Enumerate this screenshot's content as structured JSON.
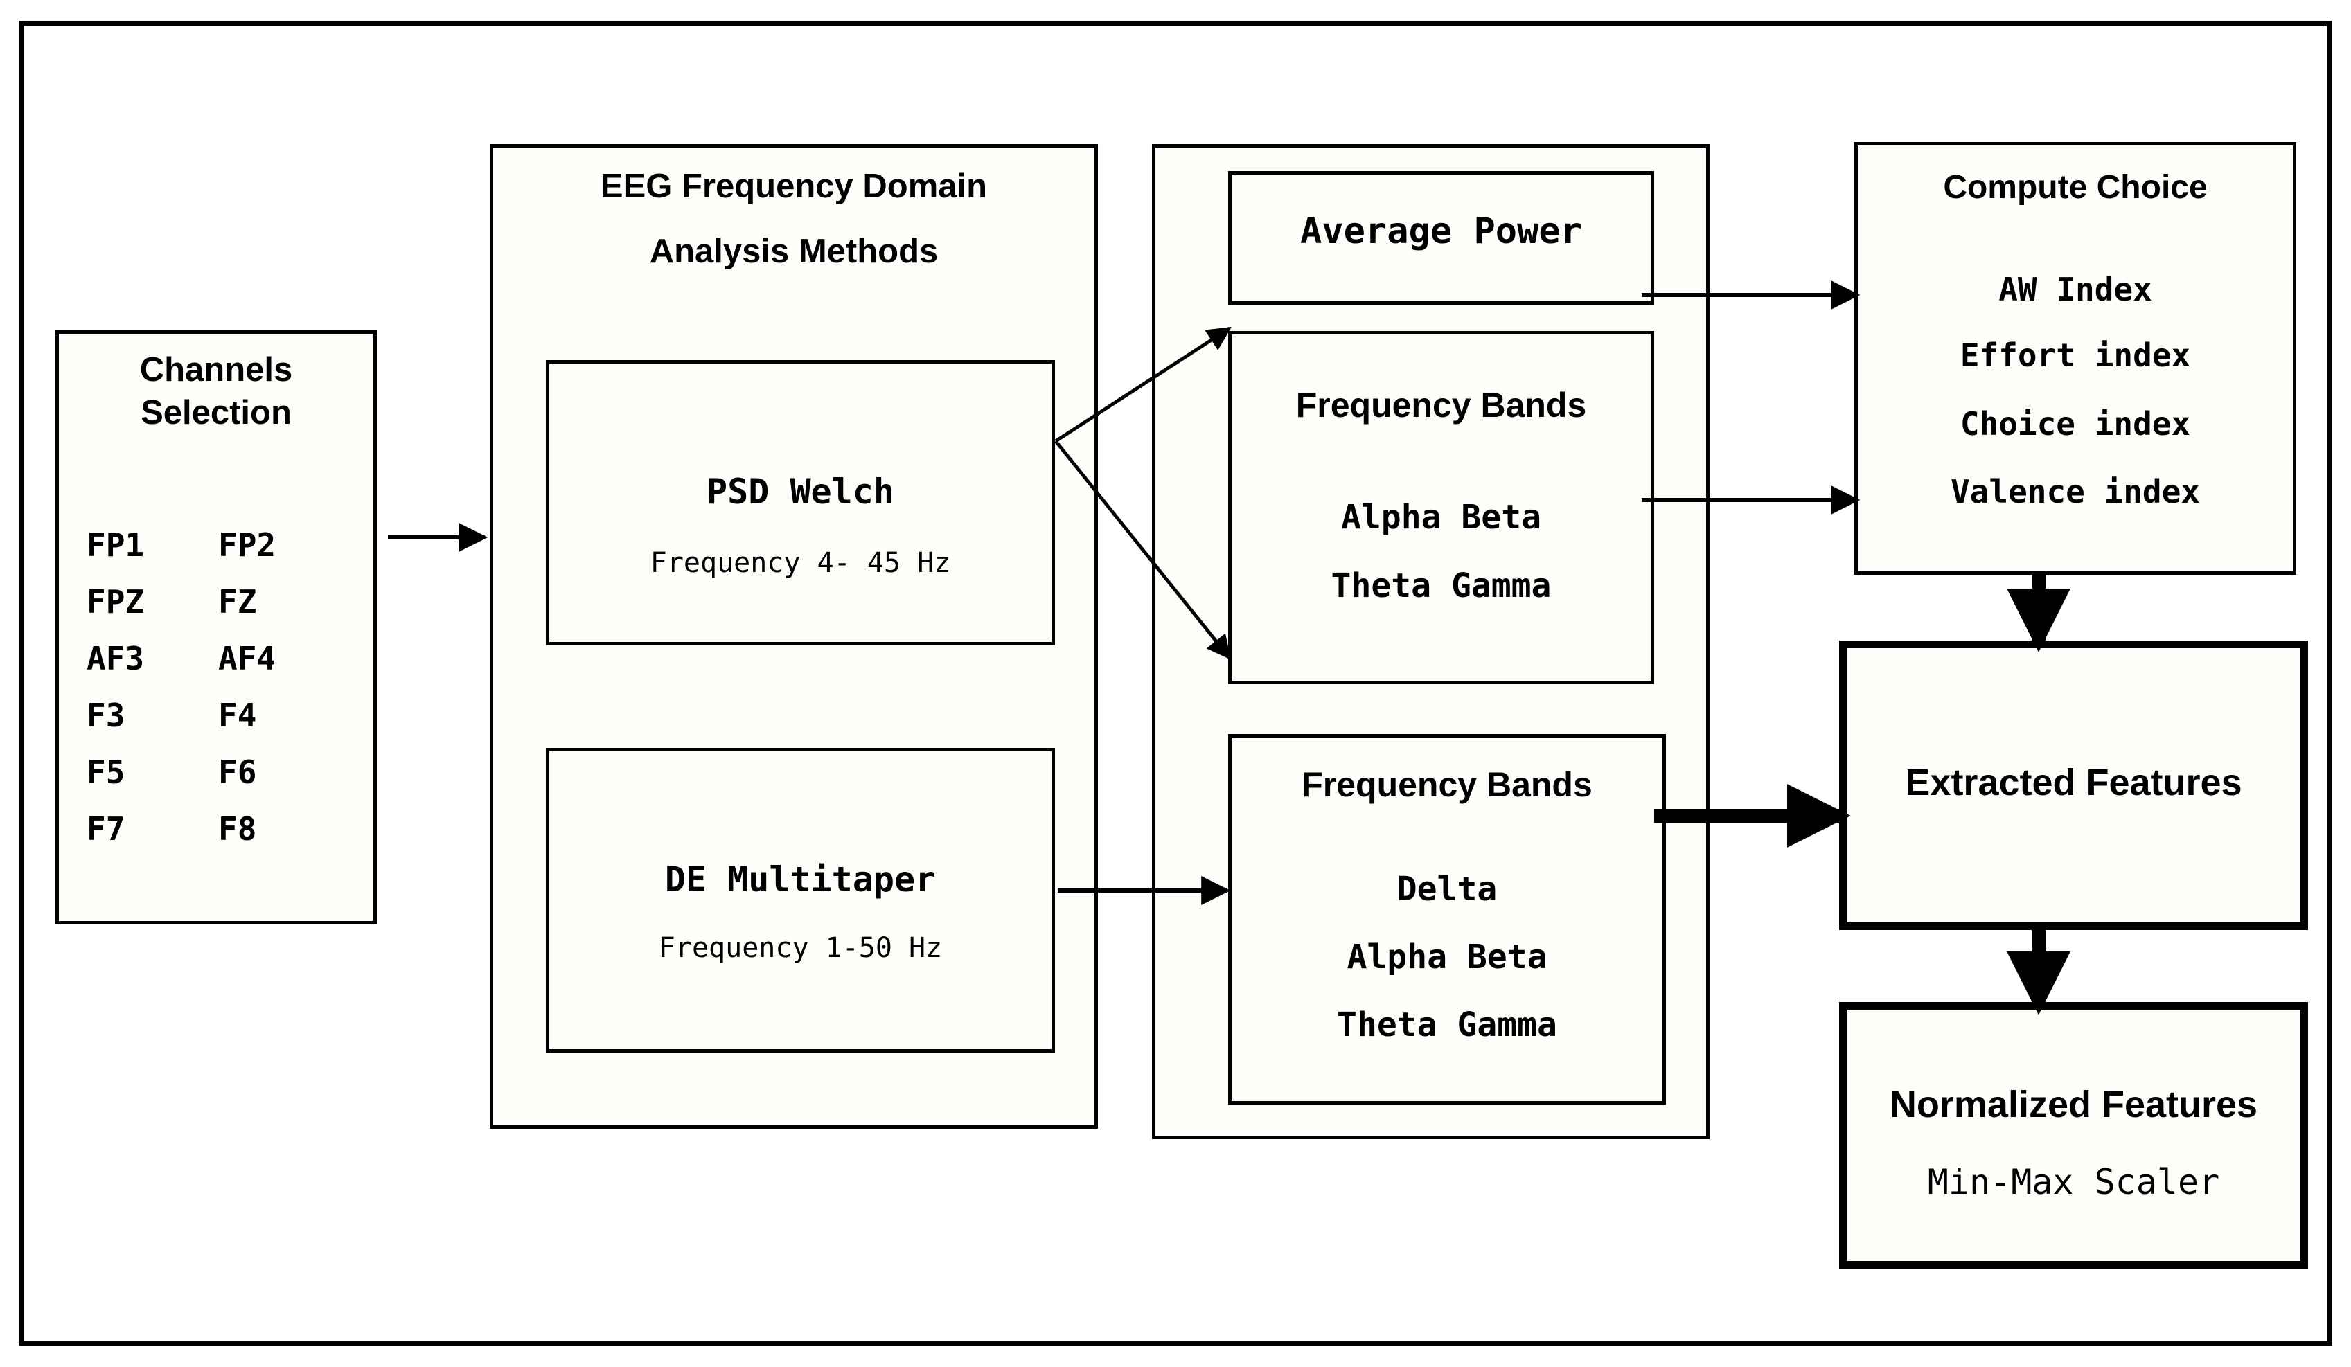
{
  "diagram": {
    "title_semantic": "EEG frequency-domain feature extraction pipeline"
  },
  "channels_box": {
    "title_line1": "Channels",
    "title_line2": "Selection",
    "channels": [
      "FP1",
      "FP2",
      "FPZ",
      "FZ",
      "AF3",
      "AF4",
      "F3",
      "F4",
      "F5",
      "F6",
      "F7",
      "F8"
    ]
  },
  "methods_box": {
    "title_line1": "EEG Frequency Domain",
    "title_line2": "Analysis Methods",
    "method_psd": {
      "name": "PSD Welch",
      "frequency": "Frequency 4- 45 Hz"
    },
    "method_de": {
      "name": "DE Multitaper",
      "frequency": "Frequency 1-50 Hz"
    }
  },
  "outputs_box": {
    "average_power": {
      "title": "Average Power"
    },
    "frequency_bands_welch": {
      "title": "Frequency Bands",
      "bands_line1": "Alpha Beta",
      "bands_line2": "Theta Gamma"
    },
    "frequency_bands_multitaper": {
      "title": "Frequency Bands",
      "bands_line1": "Delta",
      "bands_line2": "Alpha Beta",
      "bands_line3": "Theta Gamma"
    }
  },
  "compute_choice_box": {
    "title": "Compute Choice",
    "indices": [
      "AW Index",
      "Effort index",
      "Choice index",
      "Valence index"
    ]
  },
  "extracted_features_box": {
    "title": "Extracted Features"
  },
  "normalized_features_box": {
    "title": "Normalized Features",
    "method": "Min-Max Scaler"
  },
  "style": {
    "stroke": "#000000",
    "fill": "#fdfdfa",
    "page_bg": "#ffffff"
  }
}
